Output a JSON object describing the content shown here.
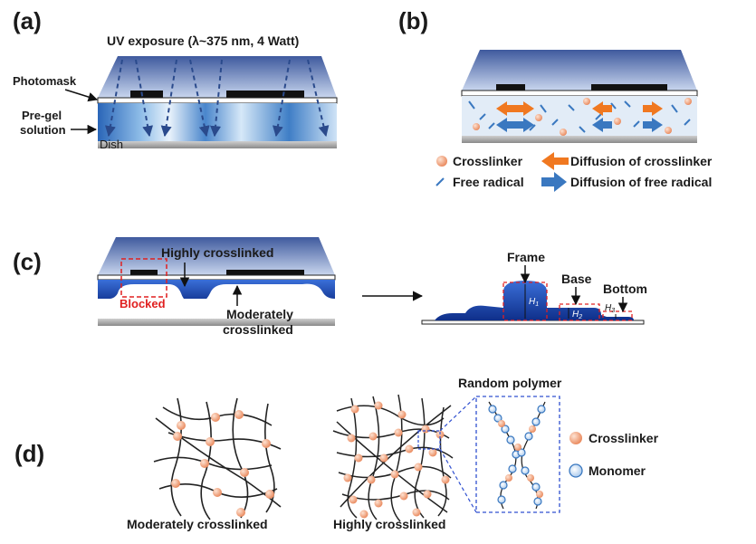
{
  "panels": {
    "a": "(a)",
    "b": "(b)",
    "c": "(c)",
    "d": "(d)"
  },
  "panel_a": {
    "uv_exposure": "UV exposure (λ~375 nm, 4 Watt)",
    "photomask": "Photomask",
    "pregel_line1": "Pre-gel",
    "pregel_line2": "solution",
    "dish": "Dish"
  },
  "panel_b": {
    "legend": {
      "crosslinker": "Crosslinker",
      "free_radical": "Free radical",
      "diffusion_crosslinker": "Diffusion of crosslinker",
      "diffusion_free_radical": "Diffusion of free radical"
    }
  },
  "panel_c": {
    "highly_crosslinked": "Highly crosslinked",
    "blocked": "Blocked",
    "moderately_line1": "Moderately",
    "moderately_line2": "crosslinked",
    "frame": "Frame",
    "base": "Base",
    "bottom": "Bottom",
    "h1": "H",
    "h1_sub": "1",
    "h2": "H",
    "h2_sub": "2",
    "h3": "H",
    "h3_sub": "3"
  },
  "panel_d": {
    "random_polymer": "Random polymer",
    "crosslinker": "Crosslinker",
    "monomer": "Monomer",
    "moderately_crosslinked": "Moderately crosslinked",
    "highly_crosslinked": "Highly crosslinked"
  },
  "colors": {
    "mask_top": "#3c5aa0",
    "mask_bottom": "#c6d4ee",
    "gel_blue": "#1f4fc4",
    "solution_light": "#dbe9f7",
    "crosslinker": "#f2a07a",
    "diffusion_orange": "#f07820",
    "diffusion_blue": "#3a78c0",
    "red_box": "#e02020"
  }
}
